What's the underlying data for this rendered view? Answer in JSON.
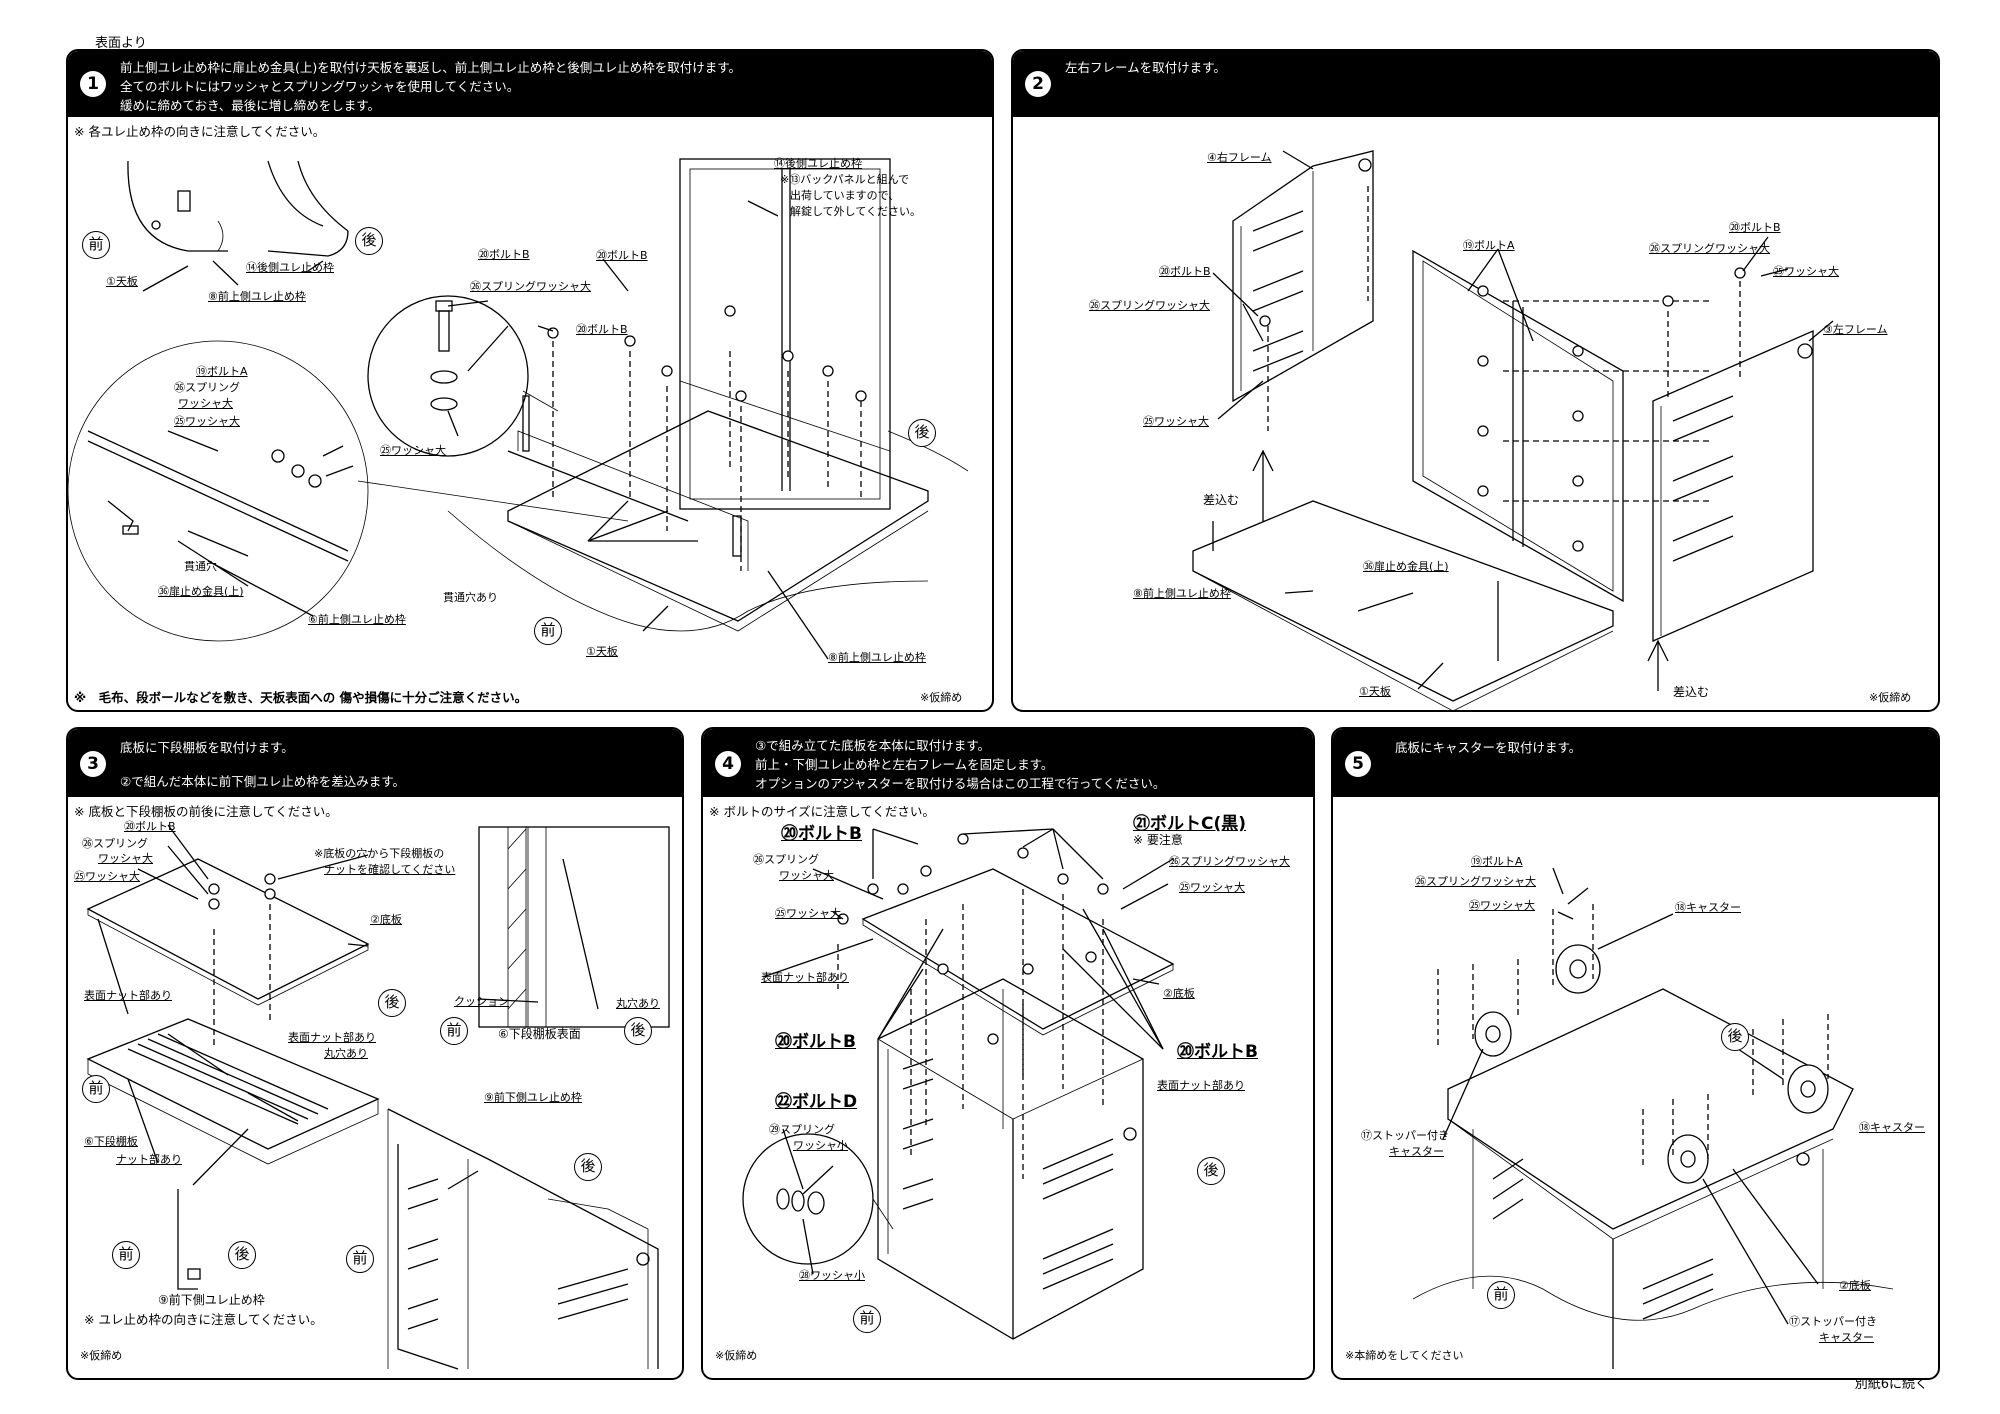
{
  "page": {
    "top_label": "表面より",
    "bottom_note": "別紙6に続く"
  },
  "step1": {
    "num": "1",
    "lines": [
      "前上側ユレ止め枠に扉止め金具(上)を取付け天板を裏返し、前上側ユレ止め枠と後側ユレ止め枠を取付けます。",
      "全てのボルトにはワッシャとスプリングワッシャを使用してください。",
      "緩めに締めておき、最後に増し締めをします。"
    ],
    "note_top": "※ 各ユレ止め枠の向きに注意してください。",
    "note_bottom": "※　毛布、段ボールなどを敷き、天板表面への 傷や損傷に十分ご注意ください。",
    "temp": "※仮締め",
    "front": "前",
    "back": "後",
    "labels": {
      "tenban": "①天板",
      "mae_ue": "⑧前上側ユレ止め枠",
      "ushiro_yure": "⑭後側ユレ止め枠",
      "ushiro_yure2": "⑭後側ユレ止め枠",
      "back_note": [
        "※⑬バックパネルと組んで",
        "出荷していますので、",
        "解錠して外してください。"
      ],
      "bolt_b1": "⑳ボルトB",
      "spring_large": "㉖スプリングワッシャ大",
      "washer_large": "㉕ワッシャ大",
      "bolt_b2": "⑳ボルトB",
      "bolt_b3": "⑳ボルトB",
      "bolt_a": "⑲ボルトA",
      "spring_a1": "㉖スプリング",
      "spring_a2": "ワッシャ大",
      "washer_a": "㉕ワッシャ大",
      "kantsu": "貫通穴",
      "tobira": "㊱扉止め金具(上)",
      "mae_ue2": "⑥前上側ユレ止め枠",
      "kantsu_ari": "貫通穴あり",
      "tenban2": "①天板",
      "mae_ue3": "⑧前上側ユレ止め枠"
    }
  },
  "step2": {
    "num": "2",
    "lines": [
      "左右フレームを取付けます。"
    ],
    "temp": "※仮締め",
    "labels": {
      "right_frame": "④右フレーム",
      "bolt_b": "⑳ボルトB",
      "spring": "㉖スプリングワッシャ大",
      "washer": "㉕ワッシャ大",
      "bolt_a": "⑲ボルトA",
      "spring2": "㉖スプリングワッシャ大",
      "bolt_b2": "⑳ボルトB",
      "washer2": "㉕ワッシャ大",
      "left_frame": "③左フレーム",
      "insert1": "差込む",
      "mae_ue": "⑧前上側ユレ止め枠",
      "tobira": "㊱扉止め金具(上)",
      "tenban": "①天板",
      "insert2": "差込む"
    }
  },
  "step3": {
    "num": "3",
    "lines": [
      "底板に下段棚板を取付けます。",
      "②で組んだ本体に前下側ユレ止め枠を差込みます。"
    ],
    "note_top": "※ 底板と下段棚板の前後に注意してください。",
    "temp": "※仮締め",
    "front": "前",
    "back": "後",
    "labels": {
      "bolt_b": "⑳ボルトB",
      "spring1": "㉖スプリング",
      "spring2": "ワッシャ大",
      "washer": "㉕ワッシャ大",
      "nut_note1": "※底板の穴から下段棚板の",
      "nut_note2": "ナットを確認してください",
      "bottom_board": "②底板",
      "surface_nut": "表面ナット部あり",
      "surface_nut2": "表面ナット部あり",
      "round_hole": "丸穴あり",
      "shelf": "⑥下段棚板",
      "nut_part": "ナット部あり",
      "cushion": "クッション",
      "round_hole2": "丸穴あり",
      "shelf_surface": "⑥下段棚板表面",
      "mae_shita": "⑨前下側ユレ止め枠",
      "mae_shita2": "⑨前下側ユレ止め枠",
      "mae_shita_note": "※ ユレ止め枠の向きに注意してください。"
    }
  },
  "step4": {
    "num": "4",
    "lines": [
      "③で組み立てた底板を本体に取付けます。",
      "前上・下側ユレ止め枠と左右フレームを固定します。",
      "オプションのアジャスターを取付ける場合はこの工程で行ってください。"
    ],
    "note_top": "※ ボルトのサイズに注意してください。",
    "temp": "※仮締め",
    "front": "前",
    "back": "後",
    "labels": {
      "bolt_b_big1": "⑳ボルトB",
      "bolt_c": "㉑ボルトC(黒)",
      "caution": "※ 要注意",
      "spring": "㉖スプリングワッシャ大",
      "spring1": "㉖スプリング",
      "spring2": "ワッシャ大",
      "washer": "㉕ワッシャ大",
      "washer2": "㉕ワッシャ大",
      "surface_nut": "表面ナット部あり",
      "bottom_board": "②底板",
      "bolt_b_big2": "⑳ボルトB",
      "bolt_b_big3": "⑳ボルトB",
      "surface_nut2": "表面ナット部あり",
      "bolt_d": "㉒ボルトD",
      "spring_s1": "㉙スプリング",
      "spring_s2": "ワッシャ小",
      "washer_s": "㉘ワッシャ小"
    }
  },
  "step5": {
    "num": "5",
    "lines": [
      "底板にキャスターを取付けます。"
    ],
    "temp": "※本締めをしてください",
    "front": "前",
    "back": "後",
    "labels": {
      "bolt_a": "⑲ボルトA",
      "spring": "㉖スプリングワッシャ大",
      "washer": "㉕ワッシャ大",
      "caster": "⑱キャスター",
      "caster2": "⑱キャスター",
      "stopper1": "⑰ストッパー付き",
      "stopper2": "キャスター",
      "bottom_board": "②底板",
      "stopper3": "⑰ストッパー付き",
      "stopper4": "キャスター"
    }
  }
}
